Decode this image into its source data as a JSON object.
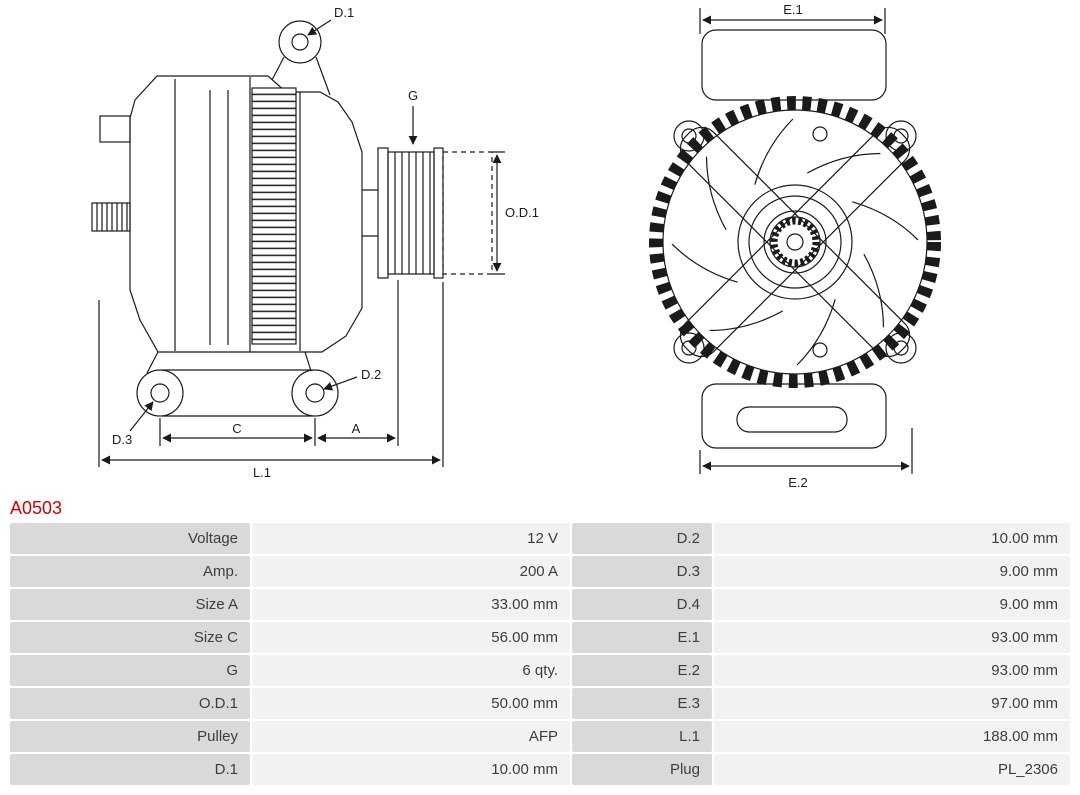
{
  "part_number": "A0503",
  "colors": {
    "part_number": "#cc0000",
    "label_cell_bg": "#d9d9d9",
    "value_cell_bg": "#f2f2f2",
    "line_color": "#1a1a1a",
    "text_color": "#3d3d3d"
  },
  "drawing": {
    "side_labels": {
      "d1": "D.1",
      "g": "G",
      "od1": "O.D.1",
      "d2": "D.2",
      "d3": "D.3",
      "c": "C",
      "a": "A",
      "l1": "L.1"
    },
    "front_labels": {
      "e1": "E.1",
      "e2": "E.2"
    }
  },
  "specs": {
    "rows": [
      {
        "label_left": "Voltage",
        "value_left": "12 V",
        "label_right": "D.2",
        "value_right": "10.00 mm"
      },
      {
        "label_left": "Amp.",
        "value_left": "200 A",
        "label_right": "D.3",
        "value_right": "9.00 mm"
      },
      {
        "label_left": "Size A",
        "value_left": "33.00 mm",
        "label_right": "D.4",
        "value_right": "9.00 mm"
      },
      {
        "label_left": "Size C",
        "value_left": "56.00 mm",
        "label_right": "E.1",
        "value_right": "93.00 mm"
      },
      {
        "label_left": "G",
        "value_left": "6 qty.",
        "label_right": "E.2",
        "value_right": "93.00 mm"
      },
      {
        "label_left": "O.D.1",
        "value_left": "50.00 mm",
        "label_right": "E.3",
        "value_right": "97.00 mm"
      },
      {
        "label_left": "Pulley",
        "value_left": "AFP",
        "label_right": "L.1",
        "value_right": "188.00 mm"
      },
      {
        "label_left": "D.1",
        "value_left": "10.00 mm",
        "label_right": "Plug",
        "value_right": "PL_2306"
      }
    ]
  }
}
